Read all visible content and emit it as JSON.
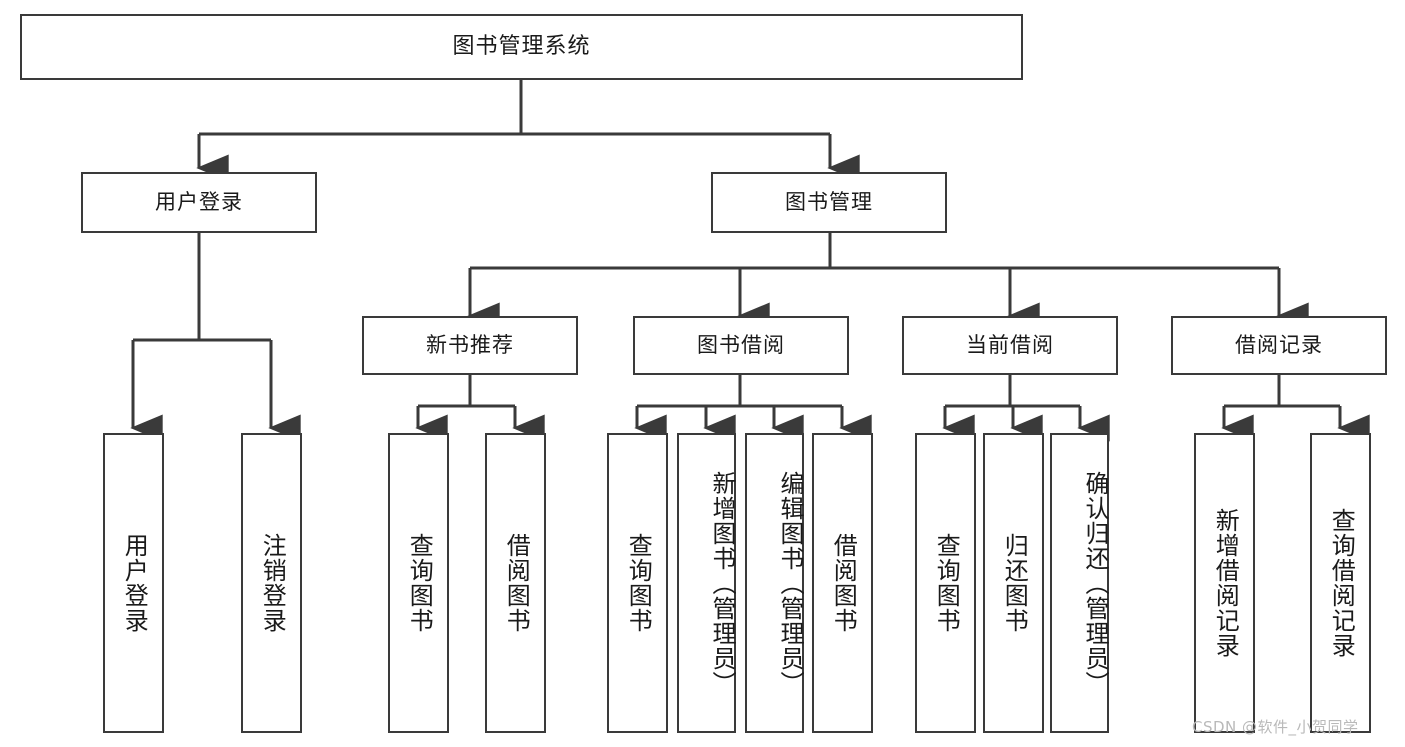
{
  "diagram": {
    "type": "tree",
    "title": "图书管理系统",
    "root": {
      "label": "图书管理系统"
    },
    "level2": [
      {
        "label": "用户登录"
      },
      {
        "label": "图书管理"
      }
    ],
    "level3": [
      {
        "label": "新书推荐"
      },
      {
        "label": "图书借阅"
      },
      {
        "label": "当前借阅"
      },
      {
        "label": "借阅记录"
      }
    ],
    "leaves": [
      {
        "label": "用户登录",
        "parent": "用户登录"
      },
      {
        "label": "注销登录",
        "parent": "用户登录"
      },
      {
        "label": "查询图书",
        "parent": "新书推荐"
      },
      {
        "label": "借阅图书",
        "parent": "新书推荐"
      },
      {
        "label": "查询图书",
        "parent": "图书借阅"
      },
      {
        "label": "新增图书（管理员）",
        "parent": "图书借阅"
      },
      {
        "label": "编辑图书（管理员）",
        "parent": "图书借阅"
      },
      {
        "label": "借阅图书",
        "parent": "图书借阅"
      },
      {
        "label": "查询图书",
        "parent": "当前借阅"
      },
      {
        "label": "归还图书",
        "parent": "当前借阅"
      },
      {
        "label": "确认归还（管理员）",
        "parent": "当前借阅"
      },
      {
        "label": "新增借阅记录",
        "parent": "借阅记录"
      },
      {
        "label": "查询借阅记录",
        "parent": "借阅记录"
      }
    ]
  },
  "watermark": {
    "text": "CSDN @软件_小贺同学"
  },
  "colors": {
    "stroke": "#3a3a3a",
    "background": "#ffffff",
    "text": "#1a1a1a",
    "watermark": "#b9b9b9"
  }
}
